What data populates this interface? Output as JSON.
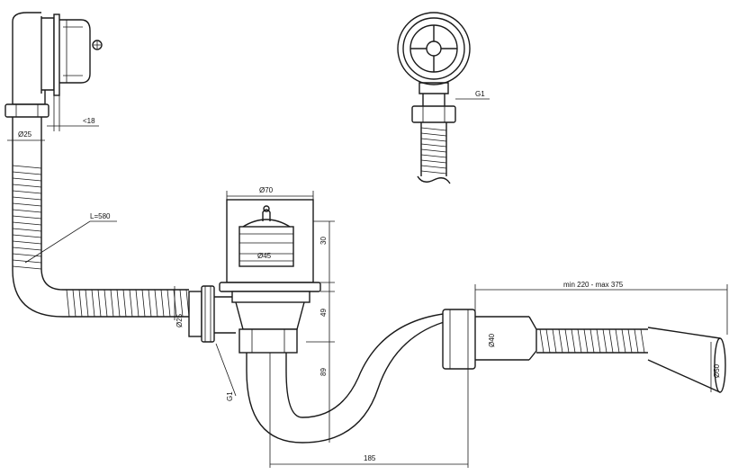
{
  "dimensions": {
    "d25_top": "Ø25",
    "lt18": "<18",
    "g1_top": "G1",
    "l580": "L=580",
    "d70": "Ø70",
    "d45": "Ø45",
    "v30": "30",
    "d25_mid": "Ø25",
    "v49": "49",
    "v89": "89",
    "g1_bottom": "G1",
    "d40": "Ø40",
    "d50": "Ø50",
    "range": "min 220 - max 375",
    "w185": "185"
  },
  "colors": {
    "stroke": "#1a1a1a",
    "background": "#ffffff"
  }
}
